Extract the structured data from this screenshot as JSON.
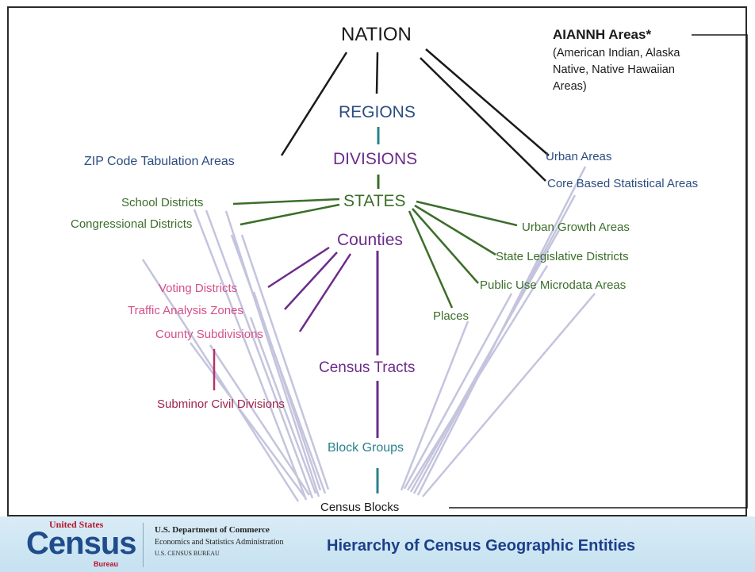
{
  "title": "Hierarchy of Census Geographic Entities",
  "colors": {
    "national": "#2b4d80",
    "division": "#6b2c8a",
    "state": "#3b6e2a",
    "county_sub": "#d4508a",
    "subminor": "#9c2348",
    "block_group": "#27828f",
    "connector_light": "#c4c4de"
  },
  "nodes": {
    "nation": "NATION",
    "regions": "REGIONS",
    "divisions": "DIVISIONS",
    "states": "STATES",
    "counties": "Counties",
    "census_tracts": "Census Tracts",
    "block_groups": "Block Groups",
    "census_blocks": "Census Blocks",
    "zcta": "ZIP Code Tabulation Areas",
    "urban_areas": "Urban Areas",
    "cbsa": "Core Based Statistical Areas",
    "school_districts": "School Districts",
    "congressional_districts": "Congressional Districts",
    "urban_growth_areas": "Urban Growth Areas",
    "state_legislative_districts": "State Legislative Districts",
    "pumas": "Public Use Microdata Areas",
    "places": "Places",
    "voting_districts": "Voting Districts",
    "traffic_analysis_zones": "Traffic Analysis Zones",
    "county_subdivisions": "County Subdivisions",
    "subminor_civil_divisions": "Subminor Civil Divisions",
    "aiannh_title": "AIANNH Areas*",
    "aiannh_note_1": "(American Indian, Alaska",
    "aiannh_note_2": "Native, Native Hawaiian",
    "aiannh_note_3": "Areas)"
  },
  "footer": {
    "logo_top": "United States",
    "logo_main": "Census",
    "logo_bottom": "Bureau",
    "department": "U.S. Department of Commerce",
    "administration": "Economics and Statistics Administration",
    "bureau_line": "U.S. CENSUS BUREAU"
  }
}
